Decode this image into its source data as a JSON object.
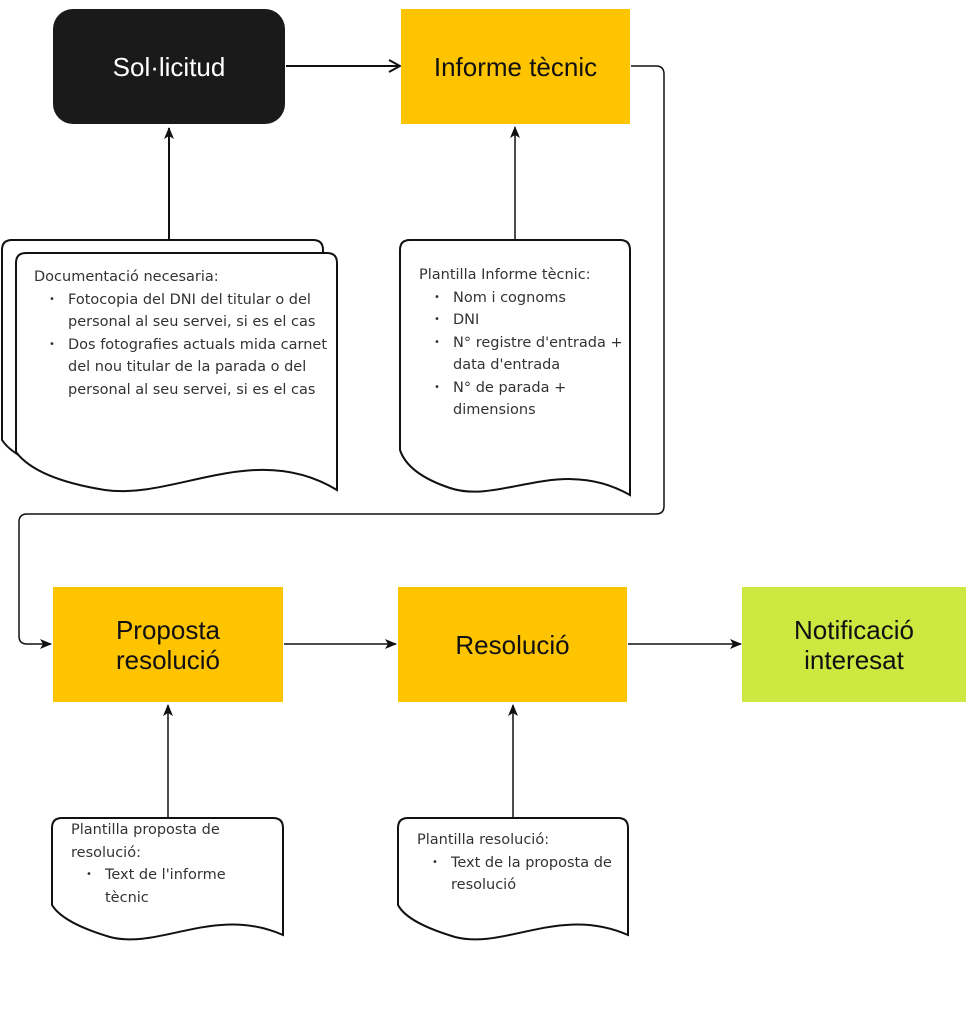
{
  "nodes": {
    "solicitud": "Sol·licitud",
    "informe_tecnic": "Informe tècnic",
    "proposta_resolucio": "Proposta resolució",
    "resolucio": "Resolució",
    "notificacio": "Notificació interesat"
  },
  "documents": {
    "documentacio": {
      "title": "Documentació necesaria:",
      "items": [
        "Fotocopia del DNI del titular o del personal al seu servei, si es el cas",
        "Dos fotografies actuals mida carnet del nou titular de la parada o del personal al seu servei, si es el cas"
      ]
    },
    "plantilla_informe": {
      "title": "Plantilla Informe tècnic:",
      "items": [
        "Nom i cognoms",
        "DNI",
        "N° registre d'entrada + data d'entrada",
        "N° de parada + dimensions"
      ]
    },
    "plantilla_proposta": {
      "title": "Plantilla proposta de resolució:",
      "items": [
        "Text de l'informe tècnic"
      ]
    },
    "plantilla_resolucio": {
      "title": "Plantilla resolució:",
      "items": [
        "Text de la proposta de resolució"
      ]
    }
  },
  "colors": {
    "black_box": "#1a1a1a",
    "yellow_box": "#ffc400",
    "green_box": "#cde840"
  }
}
